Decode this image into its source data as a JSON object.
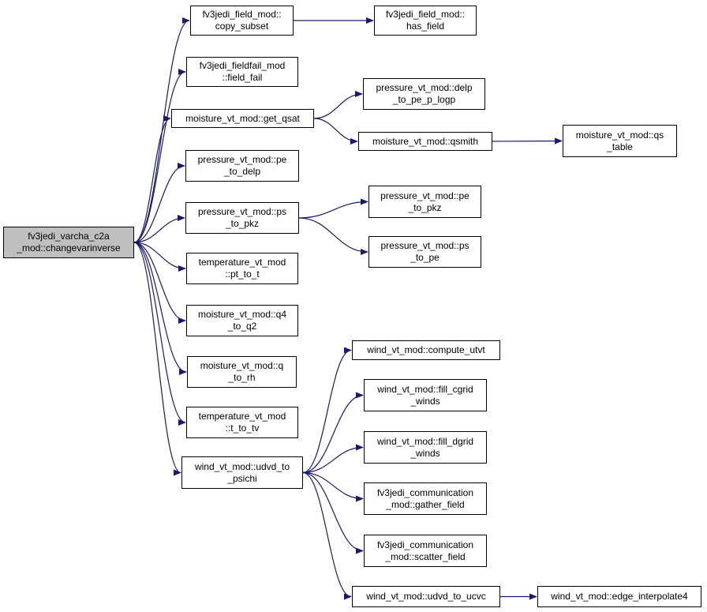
{
  "nodes": {
    "root": [
      "fv3jedi_varcha_c2a",
      "_mod::changevarinverse"
    ],
    "copy_subset": [
      "fv3jedi_field_mod::",
      "copy_subset"
    ],
    "has_field": [
      "fv3jedi_field_mod::",
      "has_field"
    ],
    "field_fail": [
      "fv3jedi_fieldfail_mod",
      "::field_fail"
    ],
    "get_qsat": [
      "moisture_vt_mod::get_qsat"
    ],
    "delp_to_pe_p_logp": [
      "pressure_vt_mod::delp",
      "_to_pe_p_logp"
    ],
    "qsmith": [
      "moisture_vt_mod::qsmith"
    ],
    "qs_table": [
      "moisture_vt_mod::qs",
      "_table"
    ],
    "pe_to_delp": [
      "pressure_vt_mod::pe",
      "_to_delp"
    ],
    "ps_to_pkz": [
      "pressure_vt_mod::ps",
      "_to_pkz"
    ],
    "pe_to_pkz": [
      "pressure_vt_mod::pe",
      "_to_pkz"
    ],
    "ps_to_pe": [
      "pressure_vt_mod::ps",
      "_to_pe"
    ],
    "pt_to_t": [
      "temperature_vt_mod",
      "::pt_to_t"
    ],
    "q4_to_q2": [
      "moisture_vt_mod::q4",
      "_to_q2"
    ],
    "q_to_rh": [
      "moisture_vt_mod::q",
      "_to_rh"
    ],
    "t_to_tv": [
      "temperature_vt_mod",
      "::t_to_tv"
    ],
    "udvd_to_psichi": [
      "wind_vt_mod::udvd_to",
      "_psichi"
    ],
    "compute_utvt": [
      "wind_vt_mod::compute_utvt"
    ],
    "fill_cgrid_winds": [
      "wind_vt_mod::fill_cgrid",
      "_winds"
    ],
    "fill_dgrid_winds": [
      "wind_vt_mod::fill_dgrid",
      "_winds"
    ],
    "gather_field": [
      "fv3jedi_communication",
      "_mod::gather_field"
    ],
    "scatter_field": [
      "fv3jedi_communication",
      "_mod::scatter_field"
    ],
    "udvd_to_ucvc": [
      "wind_vt_mod::udvd_to_ucvc"
    ],
    "edge_interpolate4": [
      "wind_vt_mod::edge_interpolate4"
    ]
  },
  "edges": [
    [
      "root",
      "copy_subset"
    ],
    [
      "root",
      "field_fail"
    ],
    [
      "root",
      "get_qsat"
    ],
    [
      "root",
      "pe_to_delp"
    ],
    [
      "root",
      "ps_to_pkz"
    ],
    [
      "root",
      "pt_to_t"
    ],
    [
      "root",
      "q4_to_q2"
    ],
    [
      "root",
      "q_to_rh"
    ],
    [
      "root",
      "t_to_tv"
    ],
    [
      "root",
      "udvd_to_psichi"
    ],
    [
      "copy_subset",
      "has_field"
    ],
    [
      "get_qsat",
      "delp_to_pe_p_logp"
    ],
    [
      "get_qsat",
      "qsmith"
    ],
    [
      "qsmith",
      "qs_table"
    ],
    [
      "ps_to_pkz",
      "pe_to_pkz"
    ],
    [
      "ps_to_pkz",
      "ps_to_pe"
    ],
    [
      "udvd_to_psichi",
      "compute_utvt"
    ],
    [
      "udvd_to_psichi",
      "fill_cgrid_winds"
    ],
    [
      "udvd_to_psichi",
      "fill_dgrid_winds"
    ],
    [
      "udvd_to_psichi",
      "gather_field"
    ],
    [
      "udvd_to_psichi",
      "scatter_field"
    ],
    [
      "udvd_to_psichi",
      "udvd_to_ucvc"
    ],
    [
      "udvd_to_ucvc",
      "edge_interpolate4"
    ]
  ],
  "colors": {
    "edge": "#191970",
    "root_fill": "#bfbfbf",
    "node_fill": "#ffffff",
    "border": "#000000"
  }
}
